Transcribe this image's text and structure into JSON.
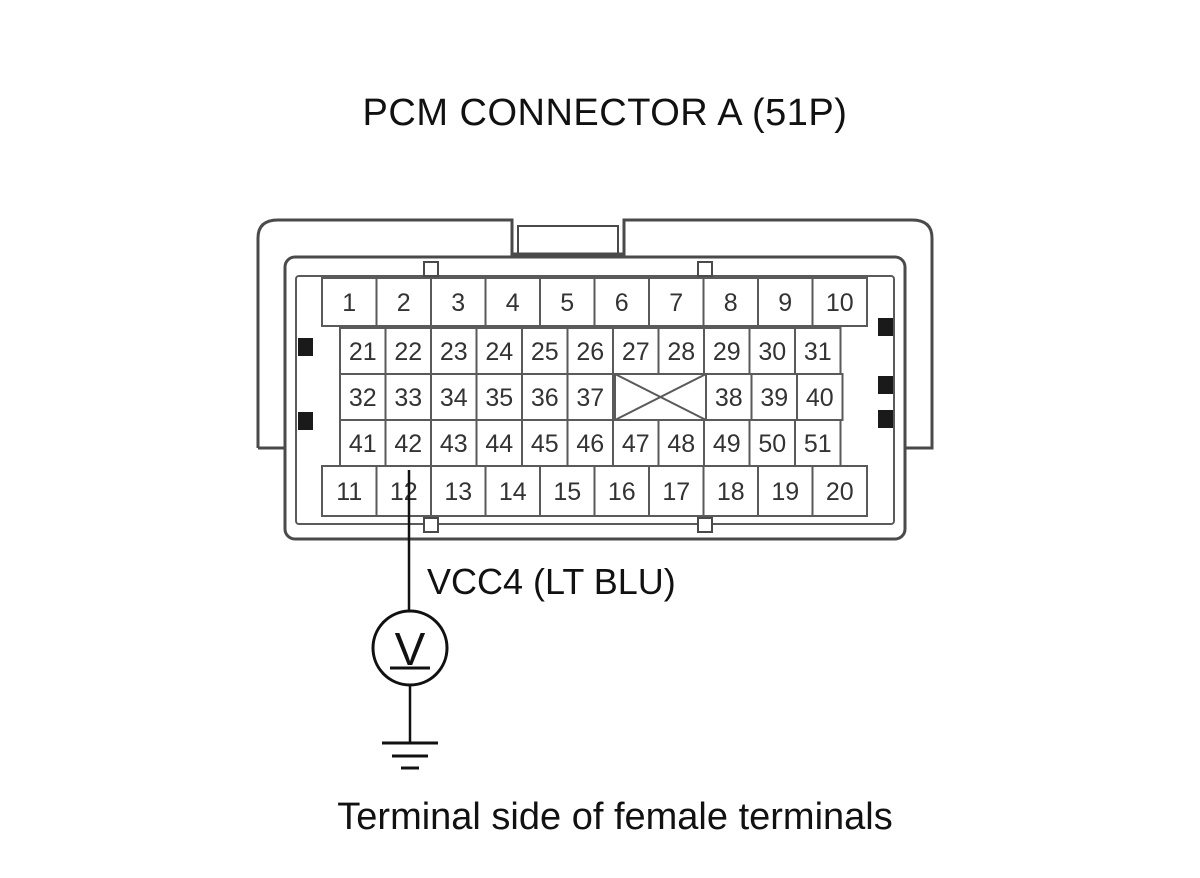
{
  "title": "PCM CONNECTOR A (51P)",
  "footnote": "Terminal side of female terminals",
  "wire": {
    "terminal": "12",
    "label": "VCC4 (LT BLU)"
  },
  "meter_symbol": "V",
  "icons": [
    "voltmeter-icon",
    "ground-icon"
  ],
  "pins": {
    "row1": [
      "1",
      "2",
      "3",
      "4",
      "5",
      "6",
      "7",
      "8",
      "9",
      "10"
    ],
    "row2": [
      "21",
      "22",
      "23",
      "24",
      "25",
      "26",
      "27",
      "28",
      "29",
      "30",
      "31"
    ],
    "row3_left": [
      "32",
      "33",
      "34",
      "35",
      "36",
      "37"
    ],
    "row3_right": [
      "38",
      "39",
      "40"
    ],
    "row4": [
      "41",
      "42",
      "43",
      "44",
      "45",
      "46",
      "47",
      "48",
      "49",
      "50",
      "51"
    ],
    "row5": [
      "11",
      "12",
      "13",
      "14",
      "15",
      "16",
      "17",
      "18",
      "19",
      "20"
    ]
  },
  "colors": {
    "outline": "#4a4a4a",
    "text": "#111111",
    "pin_text": "#333333"
  }
}
